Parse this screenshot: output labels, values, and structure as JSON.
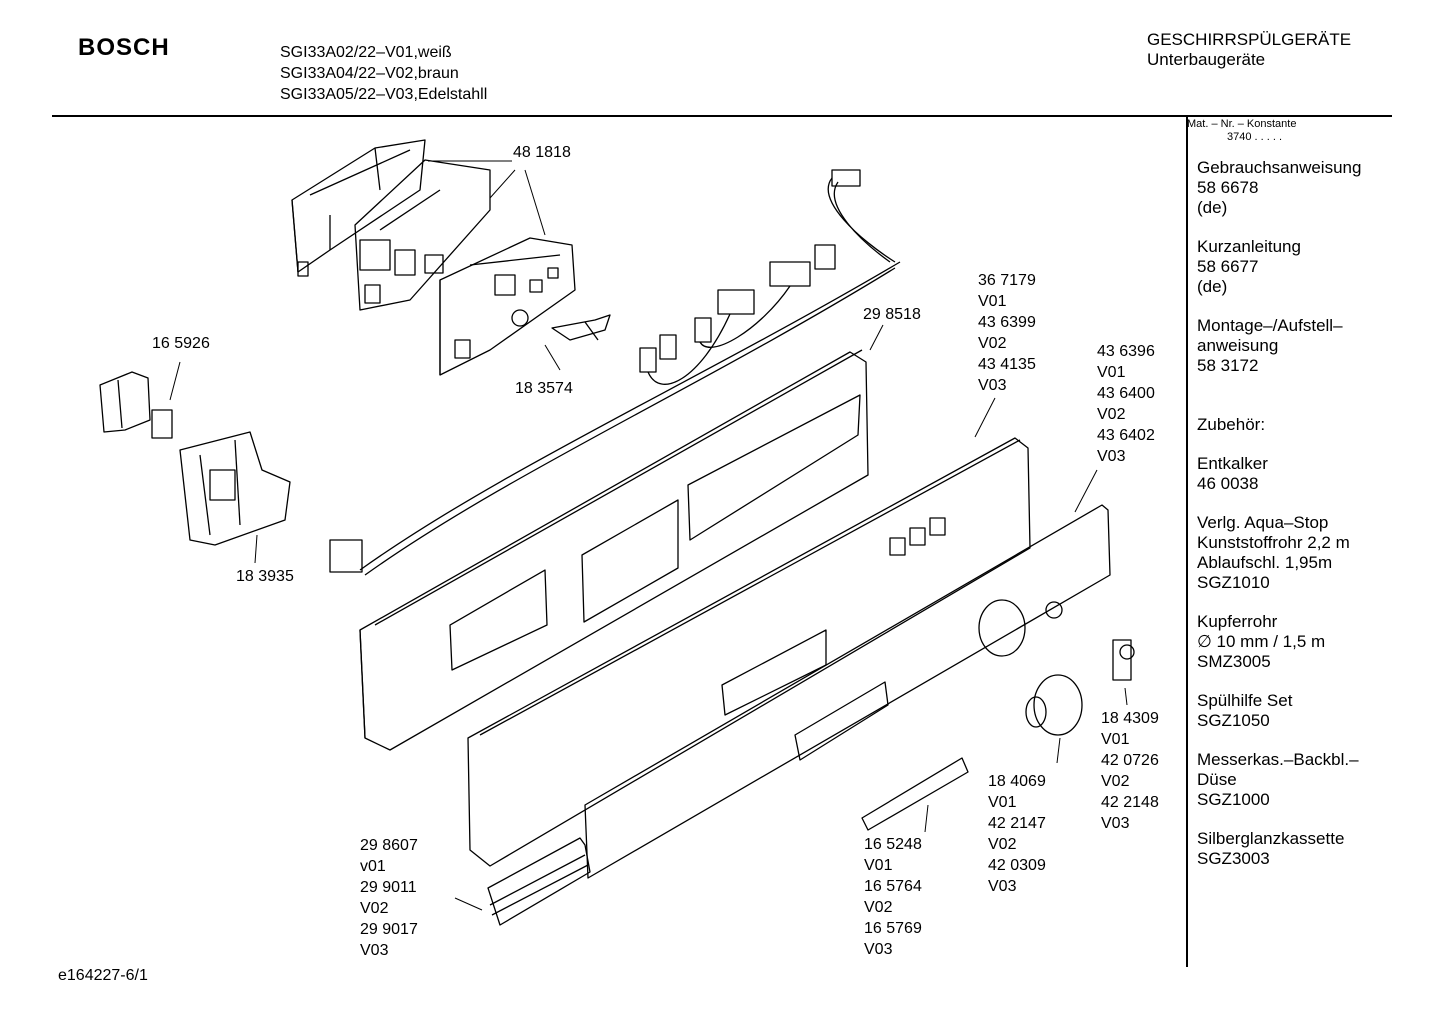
{
  "header": {
    "brand": "BOSCH",
    "models": [
      "SGI33A02/22–V01,weiß",
      "SGI33A04/22–V02,braun",
      "SGI33A05/22–V03,Edelstahll"
    ],
    "category": "GESCHIRRSPÜLGERÄTE",
    "subcategory": "Unterbaugeräte"
  },
  "sidebar": {
    "mat_label": "Mat. – Nr. – Konstante",
    "mat_value": "3740 .  .  .  .  .",
    "groups": [
      [
        "Gebrauchsanweisung",
        "58 6678",
        "(de)"
      ],
      [
        "Kurzanleitung",
        "58 6677",
        "(de)"
      ],
      [
        "Montage–/Aufstell–",
        "anweisung",
        "58 3172"
      ],
      [
        "Zubehör:"
      ],
      [
        "Entkalker",
        "46 0038"
      ],
      [
        "Verlg. Aqua–Stop",
        "Kunststoffrohr 2,2 m",
        "Ablaufschl. 1,95m",
        "SGZ1010"
      ],
      [
        "Kupferrohr",
        "∅ 10 mm / 1,5 m",
        "SMZ3005"
      ],
      [
        "Spülhilfe Set",
        "SGZ1050"
      ],
      [
        "Messerkas.–Backbl.–",
        "Düse",
        "SGZ1000"
      ],
      [
        "Silberglanzkassette",
        "SGZ3003"
      ]
    ]
  },
  "parts": {
    "p481818": [
      "48 1818"
    ],
    "p165926": [
      "16 5926"
    ],
    "p183574": [
      "18 3574"
    ],
    "p183935": [
      "18 3935"
    ],
    "p298518": [
      "29 8518"
    ],
    "p367179": [
      "36 7179",
      "V01",
      "43 6399",
      "V02",
      "43 4135",
      "V03"
    ],
    "p436396": [
      "43 6396",
      "V01",
      "43 6400",
      "V02",
      "43 6402",
      "V03"
    ],
    "p184309": [
      "18 4309",
      "V01",
      "42 0726",
      "V02",
      "42 2148",
      "V03"
    ],
    "p184069": [
      "18 4069",
      "V01",
      "42 2147",
      "V02",
      "42 0309",
      "V03"
    ],
    "p165248": [
      "16 5248",
      "V01",
      "16 5764",
      "V02",
      "16 5769",
      "V03"
    ],
    "p298607": [
      "29 8607",
      "v01",
      "29 9011",
      "V02",
      "29 9017",
      "V03"
    ]
  },
  "footer": {
    "code": "e164227-6/1"
  }
}
